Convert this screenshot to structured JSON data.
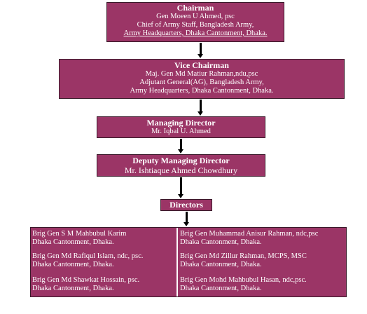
{
  "chairman": {
    "title": "Chairman",
    "lines": [
      "Gen Moeen U Ahmed, psc",
      "Chief of Army Staff, Bangladesh Army,",
      "Army Headquarters, Dhaka Cantonment, Dhaka."
    ]
  },
  "vice_chairman": {
    "title": "Vice Chairman",
    "lines": [
      "Maj. Gen Md Matiur Rahman,ndu,psc",
      "Adjutant General(AG), Bangladesh Army,",
      "Army Headquarters, Dhaka Cantonment, Dhaka."
    ]
  },
  "managing_director": {
    "title": "Managing Director",
    "name": "Mr. Iqbal U. Ahmed"
  },
  "deputy_managing_director": {
    "title": "Deputy Managing Director",
    "name": "Mr. Ishtiaque Ahmed Chowdhury"
  },
  "directors": {
    "title": "Directors",
    "members": [
      {
        "name": "Brig Gen S M Mahbubul Karim",
        "location": "Dhaka Cantonment, Dhaka."
      },
      {
        "name": "Brig Gen Muhammad Anisur Rahman, ndc,psc",
        "location": "Dhaka Cantonment, Dhaka."
      },
      {
        "name": "Brig Gen Md Rafiqul Islam, ndc, psc.",
        "location": "Dhaka Cantonment, Dhaka."
      },
      {
        "name": "Brig Gen Md Zillur Rahman, MCPS, MSC",
        "location": "Dhaka Cantonment, Dhaka."
      },
      {
        "name": "Brig Gen Md Shawkat Hossain, psc.",
        "location": "Dhaka Cantonment, Dhaka."
      },
      {
        "name": "Brig Gen Mohd Mahbubul Hasan, ndc,psc.",
        "location": "Dhaka Cantonment, Dhaka."
      }
    ]
  },
  "colors": {
    "box_fill": "#9b3566",
    "box_text": "#ffffff",
    "arrow": "#000000"
  }
}
